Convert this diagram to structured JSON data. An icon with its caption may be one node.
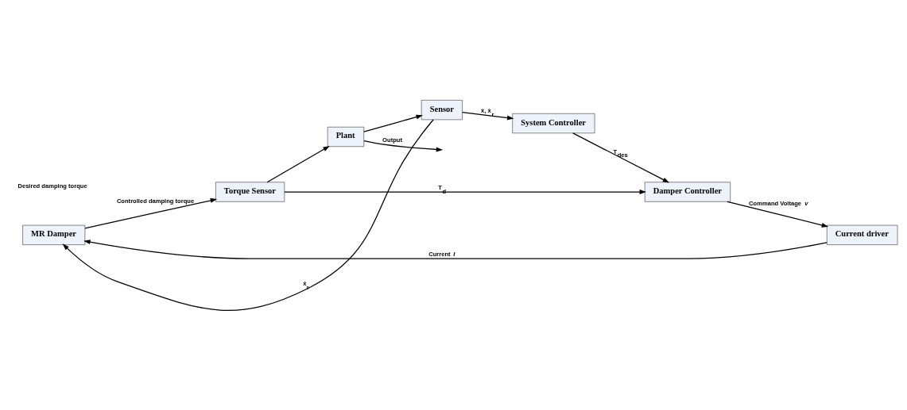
{
  "diagram": {
    "nodes": [
      {
        "text": [
          "MR Damper"
        ]
      },
      {
        "text": [
          "Torque Sensor"
        ]
      },
      {
        "text": [
          "Plant"
        ]
      },
      {
        "text": [
          "Current driver"
        ]
      },
      {
        "text": [
          "Sensor"
        ]
      },
      {
        "text": [
          "Damper Controller"
        ]
      },
      {
        "text": [
          "System Controller"
        ]
      }
    ],
    "edges": [
      {
        "from": 3,
        "to": 0,
        "arrow": "to",
        "label": "Current *I*"
      },
      {
        "from": 0,
        "to": 1,
        "arrow": "to",
        "label": "Controlled damping torque"
      },
      {
        "from": 1,
        "to": 2,
        "arrow": "to"
      },
      {
        "from": 2,
        "to": null,
        "arrow": "to",
        "label": "Output"
      },
      {
        "from": 2,
        "to": 4,
        "arrow": "to"
      },
      {
        "from": 4,
        "to": 0,
        "arrow": "to",
        "label": "ẋ$_{r}$"
      },
      {
        "from": 1,
        "to": 5,
        "arrow": "to",
        "label": "T$_{d}$"
      },
      {
        "from": 4,
        "to": 6,
        "arrow": "to",
        "label": "ẋ, ẋ$_{r}$"
      },
      {
        "from": 6,
        "to": 5,
        "arrow": "to",
        "label": "T$_{des}$"
      },
      {
        "from": 5,
        "to": 3,
        "arrow": "to",
        "label": "Command Voltage *v*"
      }
    ],
    "labels": [
      "Desired damping torque"
    ]
  }
}
